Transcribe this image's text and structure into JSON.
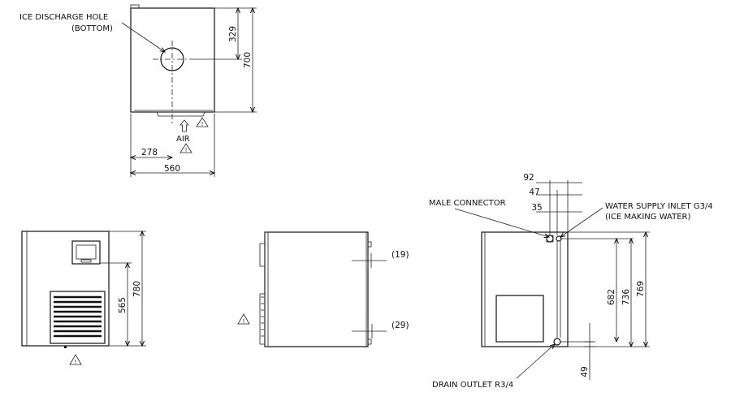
{
  "top_view": {
    "ice_discharge_label": "ICE DISCHARGE HOLE",
    "ice_discharge_sub": "(BOTTOM)",
    "air_label": "AIR",
    "dim_329": "329",
    "dim_700": "700",
    "dim_278": "278",
    "dim_560": "560",
    "warning_mark": "!"
  },
  "front_view": {
    "dim_565": "565",
    "dim_780": "780",
    "warning_mark": "!"
  },
  "side_view": {
    "dim_19": "(19)",
    "dim_29": "(29)",
    "warning_mark": "!"
  },
  "rear_view": {
    "male_connector_label": "MALE CONNECTOR",
    "water_inlet_label": "WATER SUPPLY INLET G3/4",
    "water_inlet_sub": "(ICE MAKING WATER)",
    "drain_outlet_label": "DRAIN OUTLET R3/4",
    "dim_92": "92",
    "dim_47": "47",
    "dim_35": "35",
    "dim_682": "682",
    "dim_736": "736",
    "dim_769": "769",
    "dim_49": "49"
  }
}
